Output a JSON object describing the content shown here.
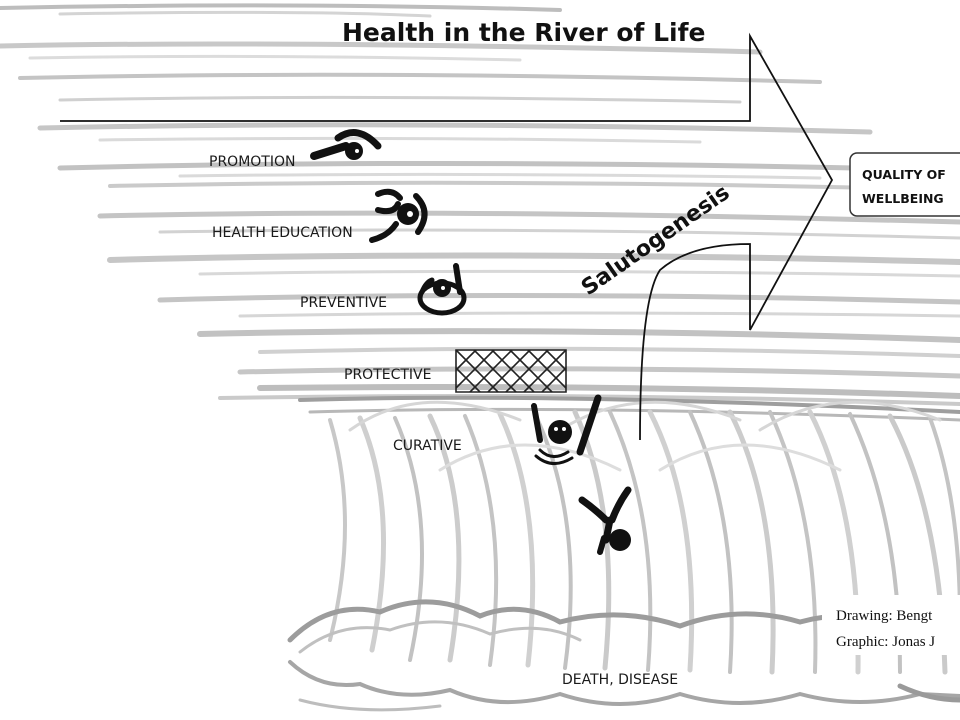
{
  "title": "Health in the River of Life",
  "arrow_text": "Salutogenesis",
  "goal_box": {
    "line1": "QUALITY OF",
    "line2": "WELLBEING"
  },
  "levels": [
    {
      "label": "PROMOTION"
    },
    {
      "label": "HEALTH EDUCATION"
    },
    {
      "label": "PREVENTIVE"
    },
    {
      "label": "PROTECTIVE"
    },
    {
      "label": "CURATIVE"
    }
  ],
  "bottom_label": "DEATH, DISEASE",
  "credits": {
    "line1": "Drawing: Bengt",
    "line2": "Graphic: Jonas J"
  }
}
